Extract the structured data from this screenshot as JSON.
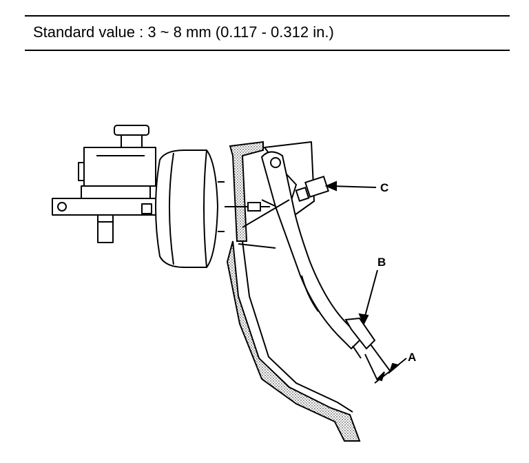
{
  "spec": {
    "standard_value": "Standard value : 3 ~ 8 mm (0.117 - 0.312 in.)"
  },
  "callouts": {
    "a": "A",
    "b": "B",
    "c": "C"
  }
}
